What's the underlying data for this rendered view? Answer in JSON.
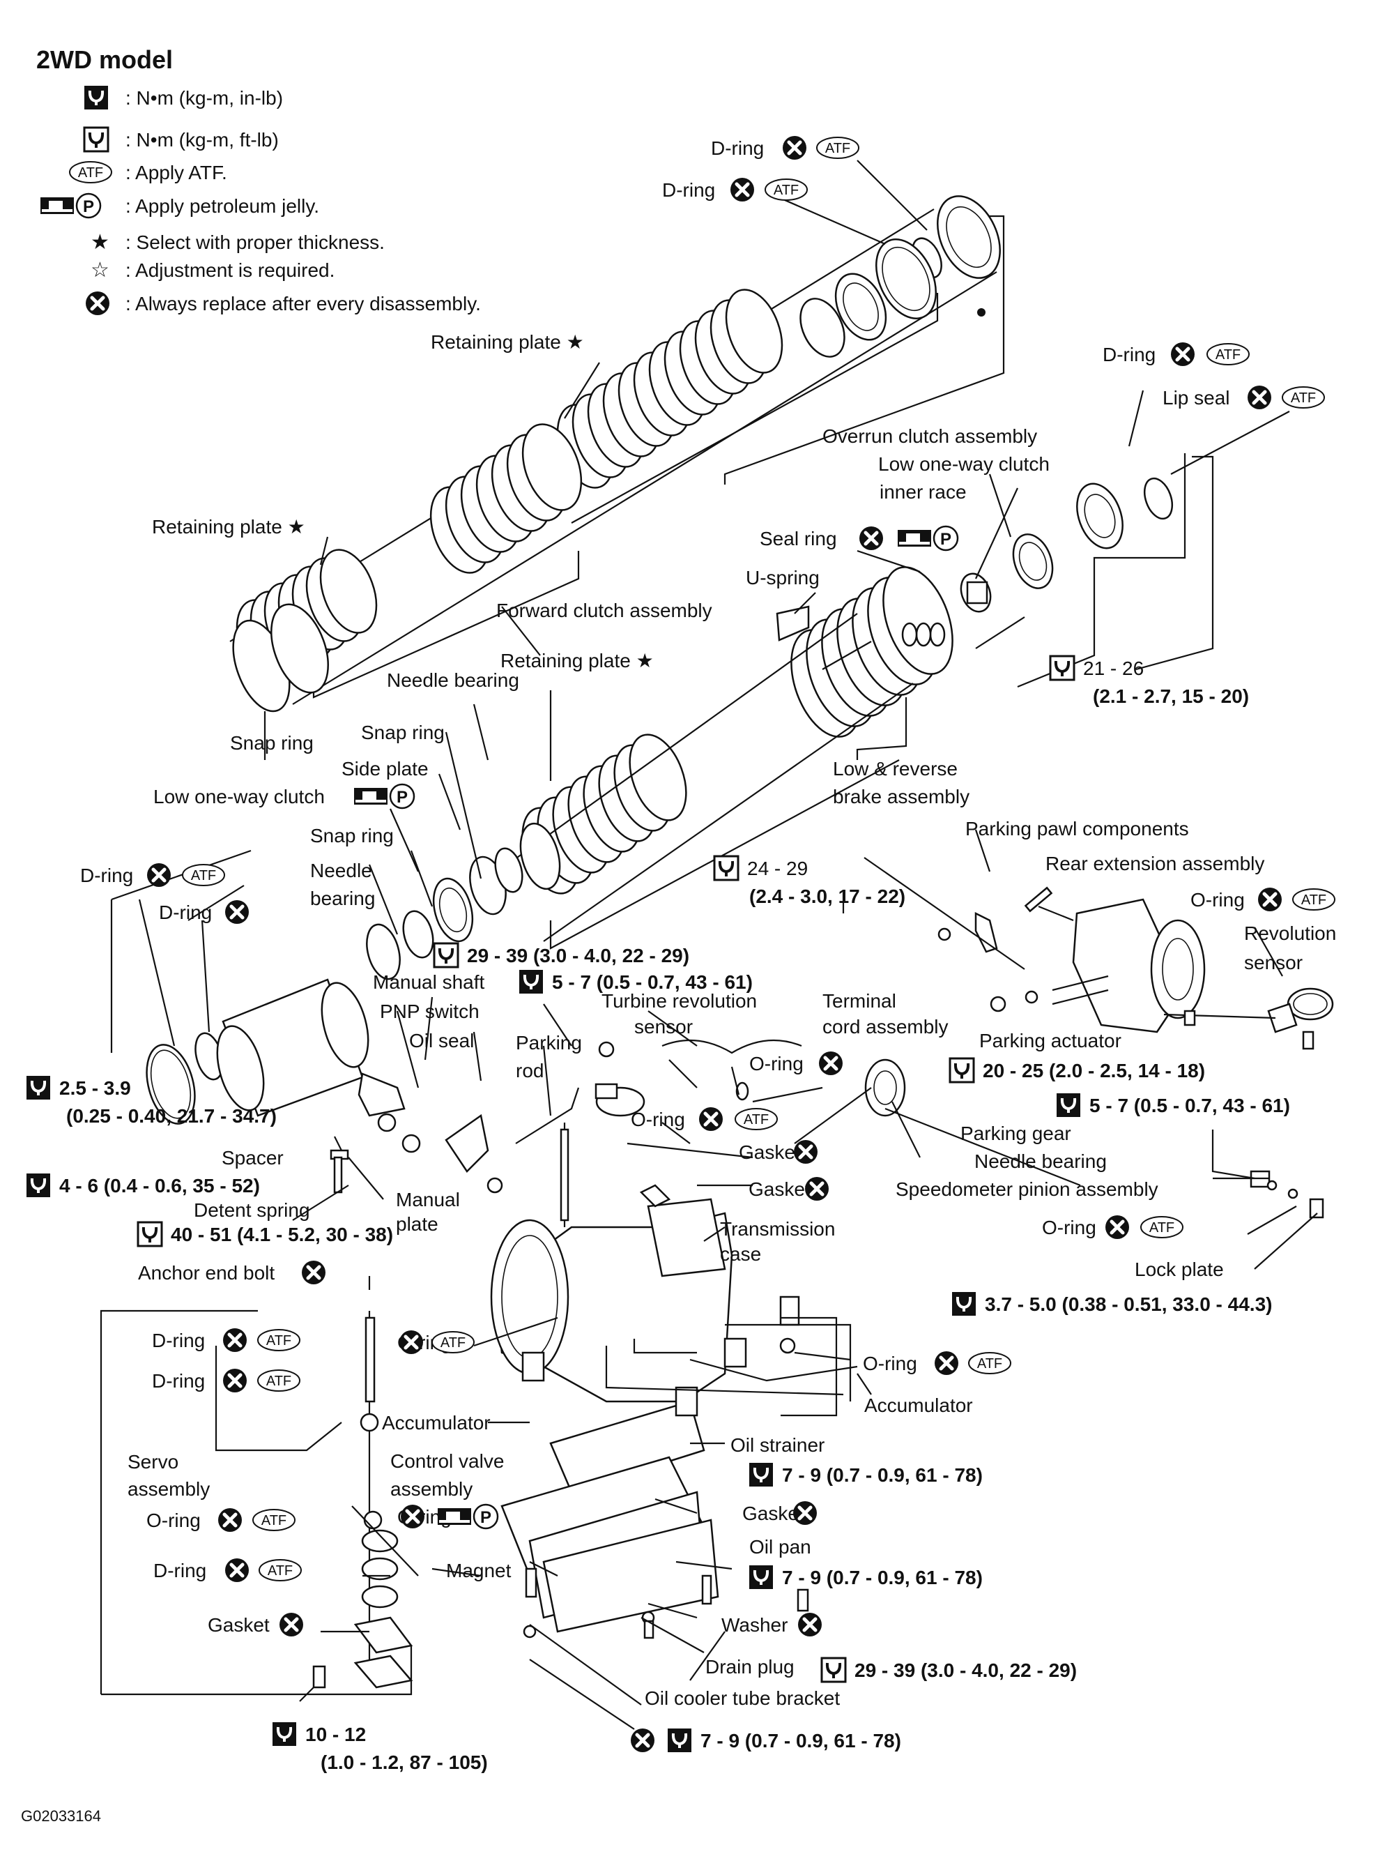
{
  "title": "2WD model",
  "figure_id": "G02033164",
  "legend": [
    {
      "icon": "torque-wrench-inlb-icon",
      "text": ": N•m (kg-m, in-lb)"
    },
    {
      "icon": "torque-wrench-ftlb-icon",
      "text": ": N•m (kg-m, ft-lb)"
    },
    {
      "icon": "atf-icon",
      "text": ": Apply ATF."
    },
    {
      "icon": "petroleum-jelly-icon",
      "text": ": Apply petroleum jelly."
    },
    {
      "icon": "solid-star-icon",
      "text": ": Select with proper thickness."
    },
    {
      "icon": "outline-star-icon",
      "text": ": Adjustment is required."
    },
    {
      "icon": "replace-x-icon",
      "text": ": Always replace after every disassembly."
    }
  ],
  "symbols": {
    "atf": "ATF",
    "jelly": "P",
    "star_solid": "★",
    "star_outline": "☆"
  },
  "labels": {
    "dring_top1": "D-ring",
    "dring_top2": "D-ring",
    "retaining_plate_top": "Retaining plate ★",
    "dring_right": "D-ring",
    "lip_seal": "Lip seal",
    "overrun_clutch": "Overrun clutch assembly",
    "low_oneway_inner_1": "Low one-way clutch",
    "low_oneway_inner_2": "inner race",
    "retaining_plate_left": "Retaining plate ★",
    "seal_ring": "Seal ring",
    "uspring": "U-spring",
    "forward_clutch": "Forward clutch assembly",
    "retaining_plate_mid": "Retaining plate ★",
    "needle_bearing_top": "Needle bearing",
    "snap_ring_1": "Snap ring",
    "snap_ring_2": "Snap ring",
    "side_plate": "Side plate",
    "low_oneway_clutch": "Low one-way clutch",
    "low_reverse_1": "Low & reverse",
    "low_reverse_2": "brake assembly",
    "parking_pawl": "Parking pawl components",
    "rear_extension": "Rear extension assembly",
    "oring_rev": "O-ring",
    "revolution_1": "Revolution",
    "revolution_2": "sensor",
    "dring_left1": "D-ring",
    "dring_left2": "D-ring",
    "snap_ring_3": "Snap ring",
    "needle_bearing_2a": "Needle",
    "needle_bearing_2b": "bearing",
    "manual_shaft": "Manual shaft",
    "pnp_switch": "PNP switch",
    "oil_seal": "Oil seal",
    "turbine_1": "Turbine revolution",
    "turbine_2": "sensor",
    "terminal_1": "Terminal",
    "terminal_2": "cord assembly",
    "parking_actuator": "Parking actuator",
    "parking_rod_1": "Parking",
    "parking_rod_2": "rod",
    "oring_1": "O-ring",
    "oring_2": "O-ring",
    "spacer": "Spacer",
    "gasket_1": "Gasket",
    "gasket_2": "Gasket",
    "parking_gear": "Parking gear",
    "needle_bearing_3": "Needle bearing",
    "speedometer": "Speedometer pinion assembly",
    "detent_spring": "Detent spring",
    "manual_plate_1": "Manual",
    "manual_plate_2": "plate",
    "transmission_1": "Transmission",
    "transmission_2": "case",
    "oring_3": "O-ring",
    "lock_plate": "Lock plate",
    "anchor_end_bolt": "Anchor end bolt",
    "dring_servo1": "D-ring",
    "dring_servo2": "D-ring",
    "oring_4": "O-ring",
    "oring_5": "O-ring",
    "accumulator_1": "Accumulator",
    "accumulator_2": "Accumulator",
    "servo_1": "Servo",
    "servo_2": "assembly",
    "control_valve_1": "Control valve",
    "control_valve_2": "assembly",
    "oil_strainer": "Oil strainer",
    "oring_6": "O-ring",
    "oring_7": "O-ring",
    "gasket_3": "Gasket",
    "oil_pan": "Oil pan",
    "dring_servo3": "D-ring",
    "magnet": "Magnet",
    "gasket_4": "Gasket",
    "washer": "Washer",
    "drain_plug": "Drain plug",
    "oil_cooler": "Oil cooler tube bracket"
  },
  "torques": {
    "t1_a": "21 - 26",
    "t1_b": "(2.1 - 2.7, 15 - 20)",
    "t2_a": "24 - 29",
    "t2_b": "(2.4 - 3.0, 17 - 22)",
    "t3": "29 - 39 (3.0 - 4.0, 22 - 29)",
    "t4": "5 - 7 (0.5 - 0.7, 43 - 61)",
    "t5_a": "2.5 - 3.9",
    "t5_b": "(0.25 - 0.40, 21.7 - 34.7)",
    "t6": "20 - 25 (2.0 - 2.5, 14 - 18)",
    "t7": "5 - 7 (0.5 - 0.7, 43 - 61)",
    "t8": "4 - 6 (0.4 - 0.6, 35 - 52)",
    "t9": "40 - 51 (4.1 - 5.2, 30 - 38)",
    "t10": "3.7 - 5.0 (0.38 - 0.51, 33.0 - 44.3)",
    "t11": "7 - 9 (0.7 - 0.9, 61 - 78)",
    "t12": "7 - 9 (0.7 - 0.9, 61 - 78)",
    "t13": "29 - 39 (3.0 - 4.0, 22 - 29)",
    "t14_a": "10 - 12",
    "t14_b": "(1.0 - 1.2, 87 - 105)",
    "t15": "7 - 9 (0.7 - 0.9, 61 - 78)"
  }
}
